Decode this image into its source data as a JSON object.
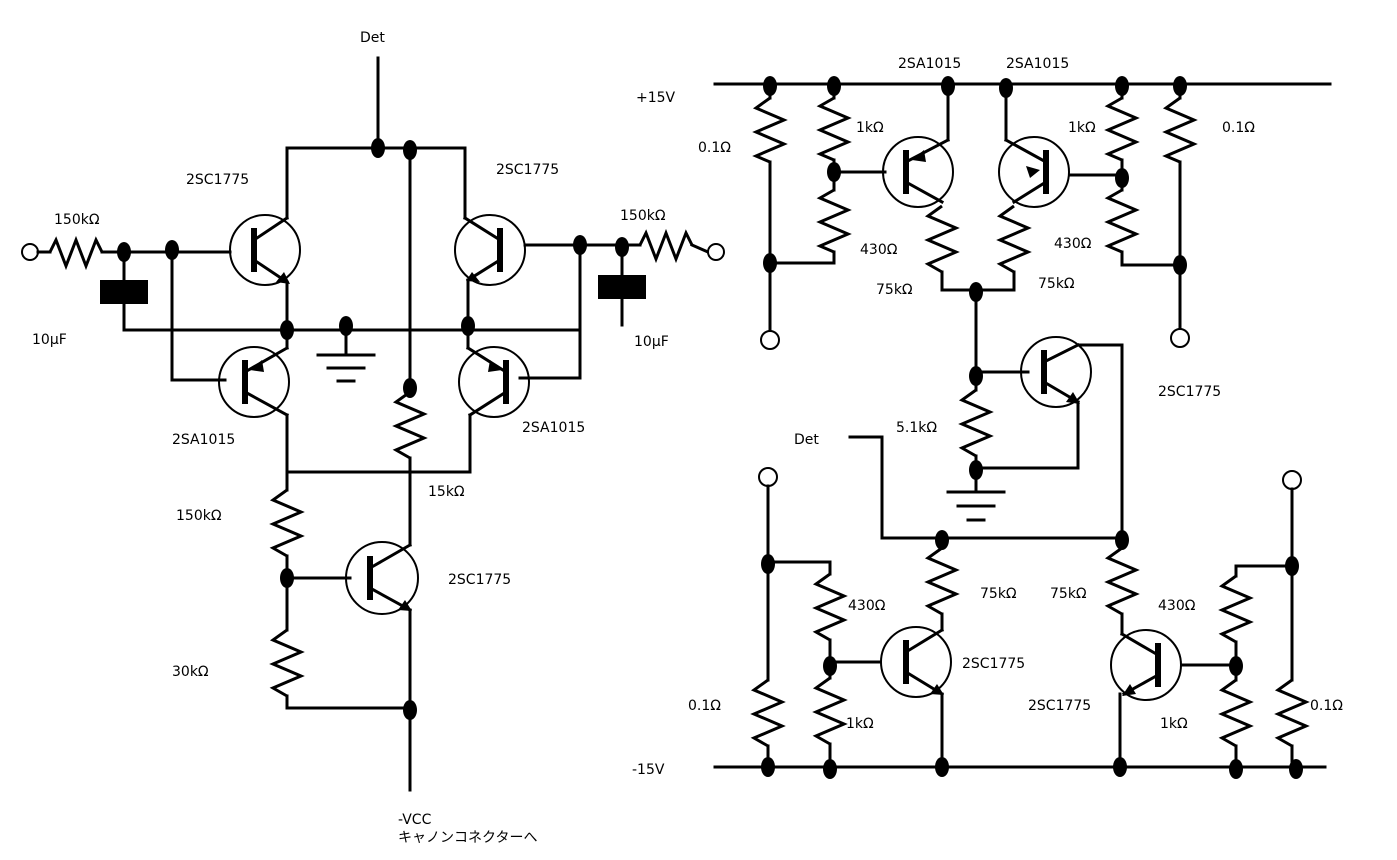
{
  "labels": {
    "left_det": "Det",
    "left_q_top_left": "2SC1775",
    "left_q_top_right": "2SC1775",
    "left_r_in_left": "150kΩ",
    "left_r_in_right": "150kΩ",
    "left_c_left": "10μF",
    "left_c_right": "10μF",
    "left_q_mid_left": "2SA1015",
    "left_q_mid_right": "2SA1015",
    "left_r_15k": "15kΩ",
    "left_r_150k_bias": "150kΩ",
    "left_q_bottom": "2SC1775",
    "left_r_30k": "30kΩ",
    "left_vcc": "-VCC",
    "left_vcc_note": "キャノンコネクターへ",
    "right_p15": "+15V",
    "right_m15": "-15V",
    "right_q_top_left": "2SA1015",
    "right_q_top_right": "2SA1015",
    "right_r_01_tl": "0.1Ω",
    "right_r_01_tr": "0.1Ω",
    "right_r_1k_tl": "1kΩ",
    "right_r_1k_tr": "1kΩ",
    "right_r_430_tl": "430Ω",
    "right_r_430_tr": "430Ω",
    "right_r_75k_tl": "75kΩ",
    "right_r_75k_tr": "75kΩ",
    "right_q_mid": "2SC1775",
    "right_r_51k": "5.1kΩ",
    "right_det": "Det",
    "right_r_430_bl": "430Ω",
    "right_r_430_br": "430Ω",
    "right_r_75k_bl": "75kΩ",
    "right_r_75k_br": "75kΩ",
    "right_q_bot_left": "2SC1775",
    "right_q_bot_right": "2SC1775",
    "right_r_01_bl": "0.1Ω",
    "right_r_01_br": "0.1Ω",
    "right_r_1k_bl": "1kΩ",
    "right_r_1k_br": "1kΩ"
  }
}
